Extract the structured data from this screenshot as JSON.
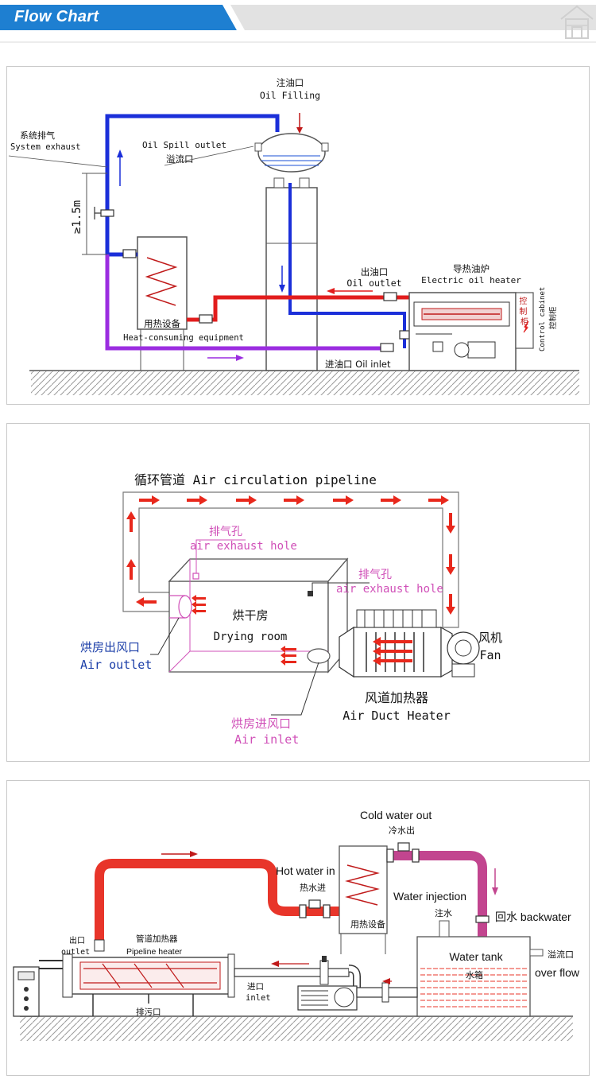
{
  "header": {
    "title": "Flow Chart",
    "colors": {
      "accent": "#1e7fd1",
      "bar": "#e2e2e2"
    }
  },
  "diagram1": {
    "oil_filling_cn": "注油口",
    "oil_filling_en": "Oil Filling",
    "system_exhaust_cn": "系统排气",
    "system_exhaust_en": "System exhaust",
    "oil_spill_en": "Oil Spill outlet",
    "oil_spill_cn": "溢流口",
    "height_label": "≥1.5m",
    "oil_outlet_cn": "出油口",
    "oil_outlet_en": "Oil outlet",
    "heater_cn": "导热油炉",
    "heater_en": "Electric oil heater",
    "control_cn": "控制柜",
    "control_en": "Control cabinet",
    "control_cn2": "控制柜",
    "equipment_cn": "用热设备",
    "equipment_en": "Heat-consuming equipment",
    "oil_inlet": "进油口 Oil inlet"
  },
  "diagram2": {
    "pipeline": "循环管道 Air circulation pipeline",
    "exhaust1_cn": "排气孔",
    "exhaust1_en": "air exhaust hole",
    "exhaust2_cn": "排气孔",
    "exhaust2_en": "air exhaust hole",
    "room_cn": "烘干房",
    "room_en": "Drying room",
    "outlet_cn": "烘房出风口",
    "outlet_en": "Air outlet",
    "inlet_cn": "烘房进风口",
    "inlet_en": "Air inlet",
    "heater_cn": "风道加热器",
    "heater_en": "Air Duct Heater",
    "fan_cn": "风机",
    "fan_en": "Fan"
  },
  "diagram3": {
    "cold_water_out": "Cold water out",
    "cold_water_cn": "冷水出",
    "hot_water_in": "Hot water in",
    "hot_water_cn": "热水进",
    "water_injection": "Water injection",
    "injection_cn": "注水",
    "backwater": "回水 backwater",
    "water_tank": "Water tank",
    "water_tank_cn": "水箱",
    "overflow_cn": "溢流口",
    "overflow_en": "over flow",
    "equipment_cn": "用热设备",
    "outlet_cn": "出口",
    "outlet_en": "outlet",
    "pipeline_cn": "管道加热器",
    "pipeline_en": "Pipeline heater",
    "inlet_cn": "进口",
    "inlet_en": "inlet",
    "drain_cn": "排污口"
  }
}
